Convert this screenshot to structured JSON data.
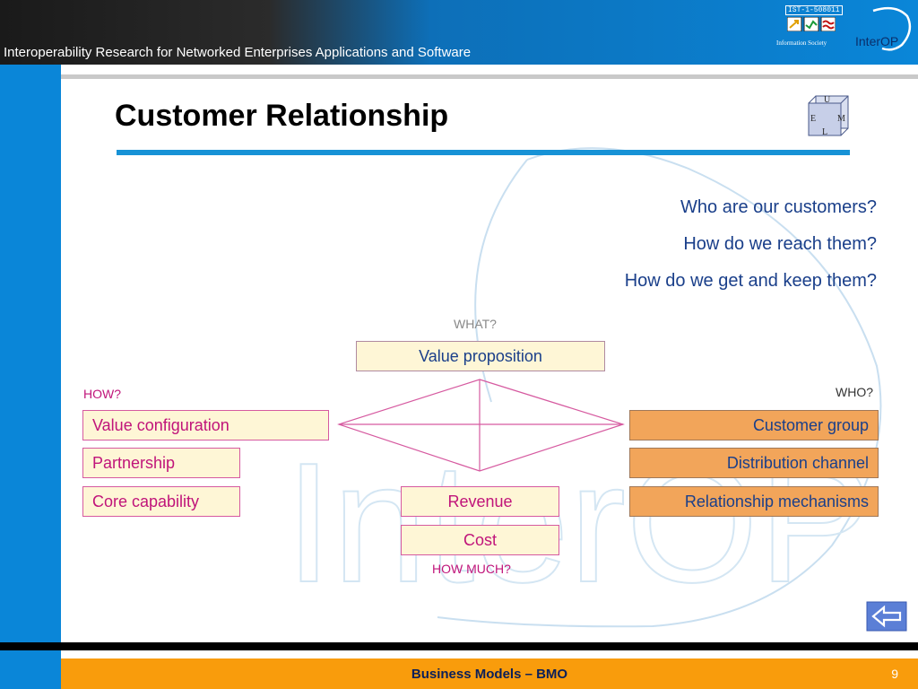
{
  "header": {
    "banner_title": "Interoperability Research for Networked Enterprises Applications and Software",
    "ist_code": "IST-1-508011",
    "ist_caption": "Information Society",
    "interop_logo_text": "InterOP"
  },
  "slide": {
    "title": "Customer Relationship",
    "uml_cube": {
      "top": "U",
      "left": "E",
      "right": "M",
      "bottom": "L"
    },
    "questions": [
      "Who are our customers?",
      "How do we reach them?",
      "How do we get and keep them?"
    ],
    "labels": {
      "what": "WHAT?",
      "how": "HOW?",
      "who": "WHO?",
      "how_much": "HOW MUCH?"
    },
    "value_proposition": "Value proposition",
    "left_boxes": [
      "Value configuration",
      "Partnership",
      "Core capability"
    ],
    "right_boxes": [
      "Customer group",
      "Distribution channel",
      "Relationship mechanisms"
    ],
    "bottom_boxes": [
      "Revenue",
      "Cost"
    ],
    "watermark_text": "InterOP"
  },
  "footer": {
    "title": "Business Models – BMO",
    "page_number": "9"
  },
  "colors": {
    "accent_blue": "#0a86d8",
    "footer_orange": "#f99c0c",
    "box_orange": "#f2a55a",
    "box_yellow": "#fef6d6",
    "magenta": "#c0147a",
    "question_blue": "#1a3f8a"
  },
  "icons": {
    "nav_back": "back-arrow-icon"
  }
}
